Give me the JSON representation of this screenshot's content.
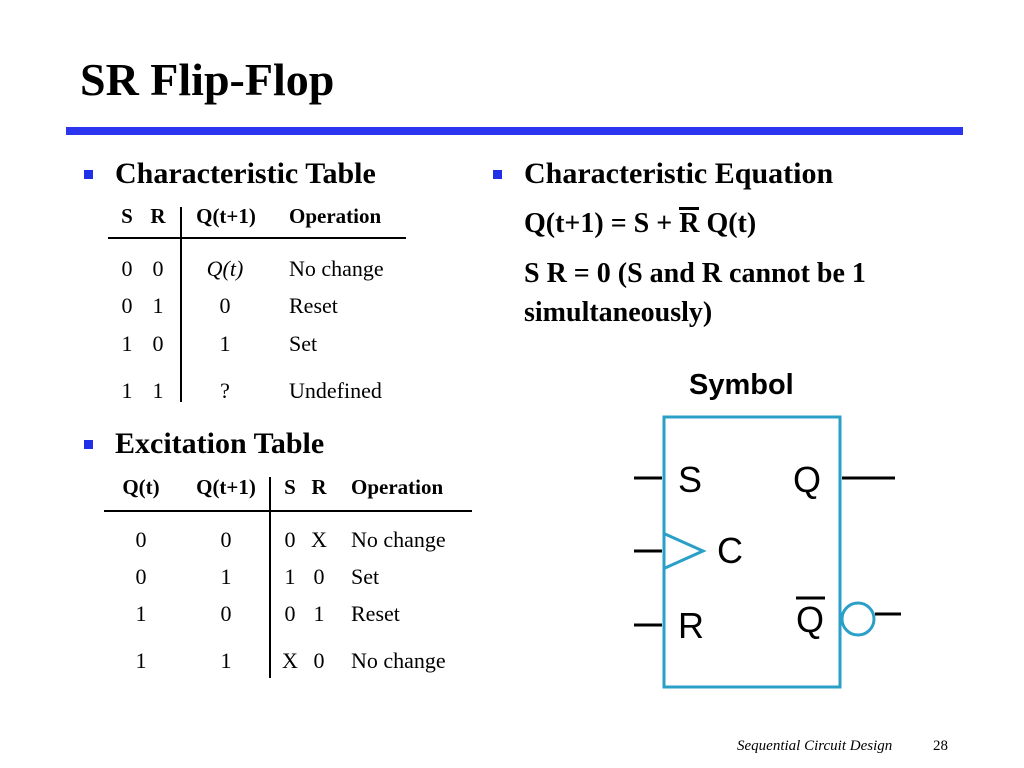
{
  "title": "SR Flip-Flop",
  "characteristic_table": {
    "heading": "Characteristic Table",
    "columns": [
      "S",
      "R",
      "Q(t+1)",
      "Operation"
    ],
    "rows": [
      {
        "s": "0",
        "r": "0",
        "q_next": "Q(t)",
        "operation": "No change"
      },
      {
        "s": "0",
        "r": "1",
        "q_next": "0",
        "operation": "Reset"
      },
      {
        "s": "1",
        "r": "0",
        "q_next": "1",
        "operation": "Set"
      },
      {
        "s": "1",
        "r": "1",
        "q_next": "?",
        "operation": "Undefined"
      }
    ]
  },
  "excitation_table": {
    "heading": "Excitation Table",
    "columns": [
      "Q(t)",
      "Q(t+1)",
      "S",
      "R",
      "Operation"
    ],
    "rows": [
      {
        "q": "0",
        "q_next": "0",
        "s": "0",
        "r": "X",
        "operation": "No change"
      },
      {
        "q": "0",
        "q_next": "1",
        "s": "1",
        "r": "0",
        "operation": "Set"
      },
      {
        "q": "1",
        "q_next": "0",
        "s": "0",
        "r": "1",
        "operation": "Reset"
      },
      {
        "q": "1",
        "q_next": "1",
        "s": "X",
        "r": "0",
        "operation": "No change"
      }
    ]
  },
  "characteristic_equation": {
    "heading": "Characteristic Equation",
    "eq_left": "Q(t+1) = S + ",
    "eq_bar": "R",
    "eq_right": " Q(t)",
    "constraint_line1": "S R = 0 (S and R cannot be 1",
    "constraint_line2": "simultaneously)"
  },
  "symbol": {
    "label": "Symbol",
    "input_s": "S",
    "input_c": "C",
    "input_r": "R",
    "output_q": "Q",
    "output_qbar": "Q"
  },
  "footer": {
    "text": "Sequential Circuit Design",
    "page": "28"
  },
  "colors": {
    "rule": "#2b35f0",
    "bullet": "#1f30e6",
    "symbol": "#2a9fc7"
  }
}
